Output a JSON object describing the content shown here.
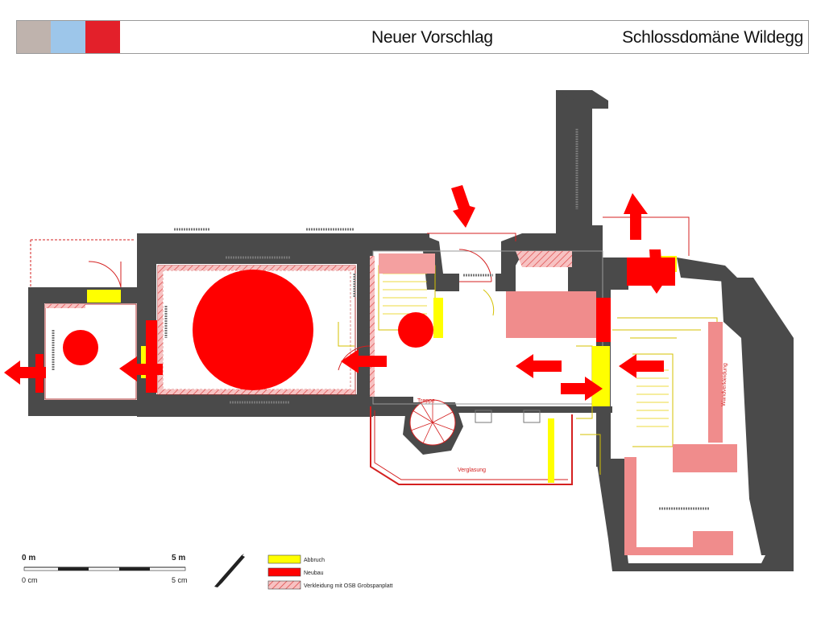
{
  "header": {
    "title": "Neuer Vorschlag",
    "subtitle": "Schlossdomäne Wildegg",
    "swatch_colors": [
      "#bfb3ad",
      "#9dc6ea",
      "#e3202a"
    ]
  },
  "plan": {
    "labels": {
      "stair": "Treppe",
      "glazing": "Verglasung",
      "wall_cladding": "Wandverkleidung"
    }
  },
  "scale_bar": {
    "top_left": "0 m",
    "top_right": "5 m",
    "bottom_left": "0 cm",
    "bottom_right": "5 cm"
  },
  "legend": {
    "items": [
      {
        "label": "Abbruch",
        "color": "#ffff00"
      },
      {
        "label": "Neubau",
        "color": "#ff0000"
      },
      {
        "label": "Verkleidung mit OSB Grobspanplatt",
        "color": "#f4a6a6",
        "hatched": true
      }
    ]
  },
  "colors": {
    "wall": "#4a4a4a",
    "new_build": "#ff0000",
    "demolition": "#ffff00",
    "cladding": "#f08c8c",
    "plan_lines": "#d42020"
  }
}
